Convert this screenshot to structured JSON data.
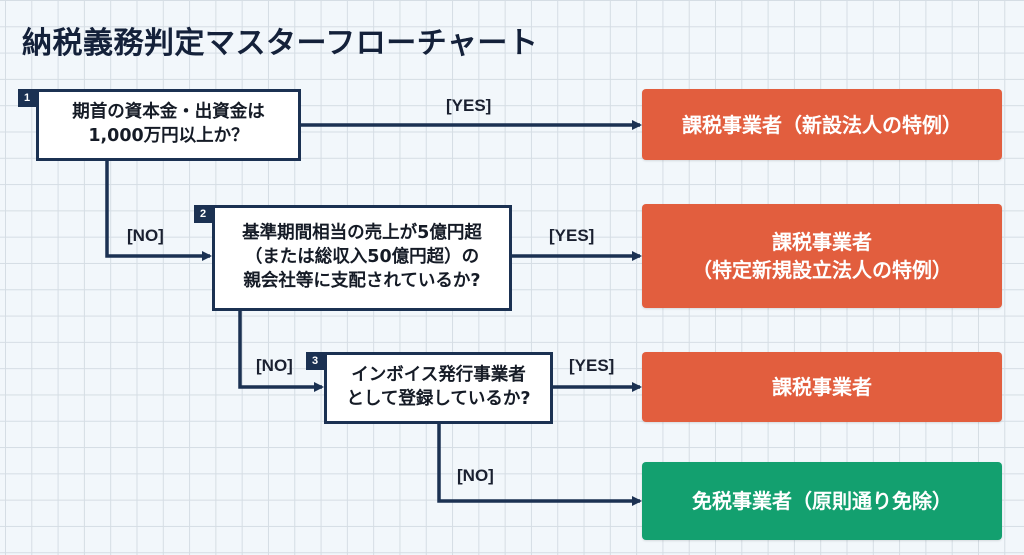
{
  "title": "納税義務判定マスターフローチャート",
  "colors": {
    "line": "#1b3152",
    "taxable": "#e25e3e",
    "exempt": "#13a06f",
    "grid": "#d5dde4",
    "background": "#f2f7fb"
  },
  "questions": [
    {
      "number": "1",
      "lines": [
        "期首の資本金・出資金は",
        "1,000万円以上か？"
      ]
    },
    {
      "number": "2",
      "lines": [
        "基準期間相当の売上が5億円超",
        "（または総収入50億円超）の",
        "親会社等に支配されているか?"
      ]
    },
    {
      "number": "3",
      "lines": [
        "インボイス発行事業者",
        "として登録しているか?"
      ]
    }
  ],
  "results": [
    {
      "lines": [
        "課税事業者（新設法人の特例）"
      ],
      "type": "taxable"
    },
    {
      "lines": [
        "課税事業者",
        "（特定新規設立法人の特例）"
      ],
      "type": "taxable"
    },
    {
      "lines": [
        "課税事業者"
      ],
      "type": "taxable"
    },
    {
      "lines": [
        "免税事業者（原則通り免除）"
      ],
      "type": "exempt"
    }
  ],
  "edge_labels": {
    "yes": "[YES]",
    "no": "[NO]"
  }
}
